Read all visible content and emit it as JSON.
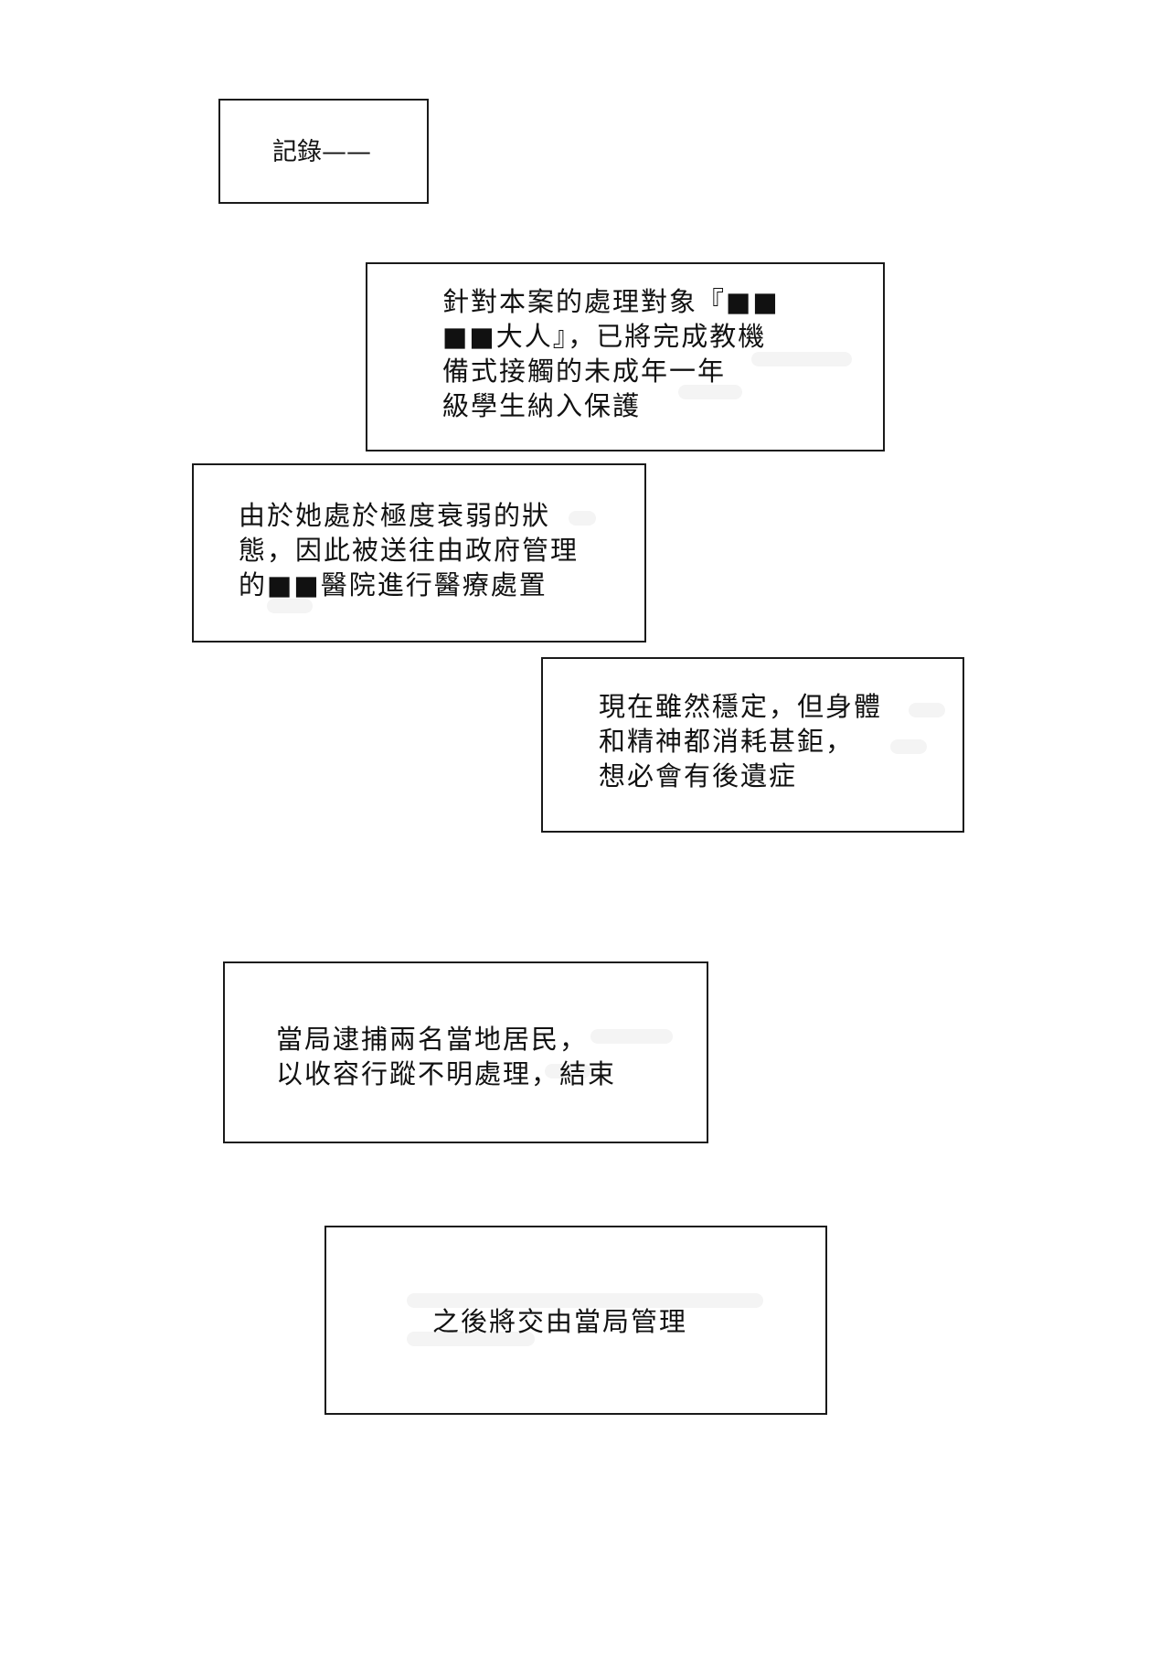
{
  "page": {
    "background": "#ffffff",
    "border_color": "#1a1a1a",
    "text_color": "#111111"
  },
  "boxes": [
    {
      "id": "record-heading",
      "text": "記錄——"
    },
    {
      "id": "caption-2",
      "text": "針對本案的處理對象『■■\n■■大人』，已將完成教機\n備式接觸的未成年一年\n級學生納入保護"
    },
    {
      "id": "caption-3",
      "text": "由於她處於極度衰弱的狀\n態，因此被送往由政府管理\n的■■醫院進行醫療處置"
    },
    {
      "id": "caption-4",
      "text": "現在雖然穩定，但身體\n和精神都消耗甚鉅，\n想必會有後遺症"
    },
    {
      "id": "caption-5",
      "text": "當局逮捕兩名當地居民，\n以收容行蹤不明處理，結束"
    },
    {
      "id": "caption-6",
      "text": "之後將交由當局管理"
    }
  ]
}
